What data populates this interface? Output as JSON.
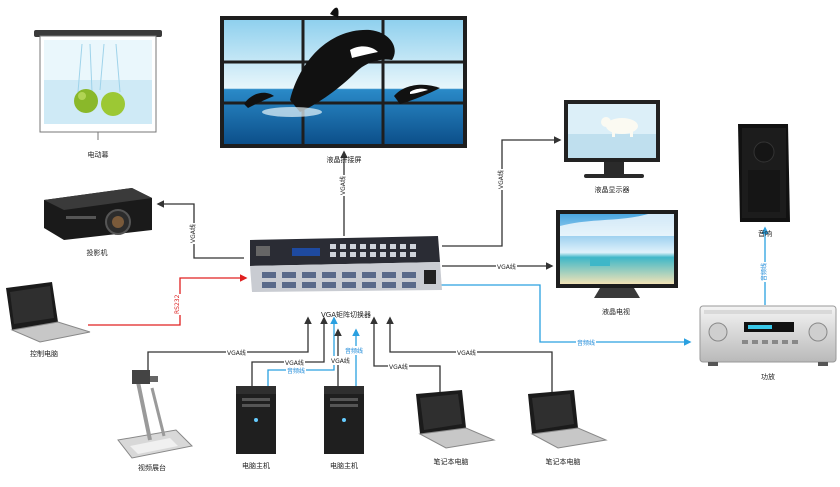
{
  "devices": {
    "screen": "电动幕",
    "videowall": "液晶拼接屏",
    "projector": "投影机",
    "lcd_monitor": "液晶显示器",
    "lcd_tv": "液晶电视",
    "speaker": "音响",
    "amplifier": "功放",
    "matrix": "VGA矩阵切换器",
    "control_pc": "控制电脑",
    "booth": "视频展台",
    "pc1": "电脑主机",
    "pc2": "电脑主机",
    "laptop1": "笔记本电脑",
    "laptop2": "笔记本电脑"
  },
  "edges": {
    "vga": "VGA线",
    "rs232": "RS232",
    "audio": "音频线"
  },
  "colors": {
    "vga_line": "#333333",
    "rs232_line": "#e02020",
    "audio_line": "#2aa0e0"
  }
}
